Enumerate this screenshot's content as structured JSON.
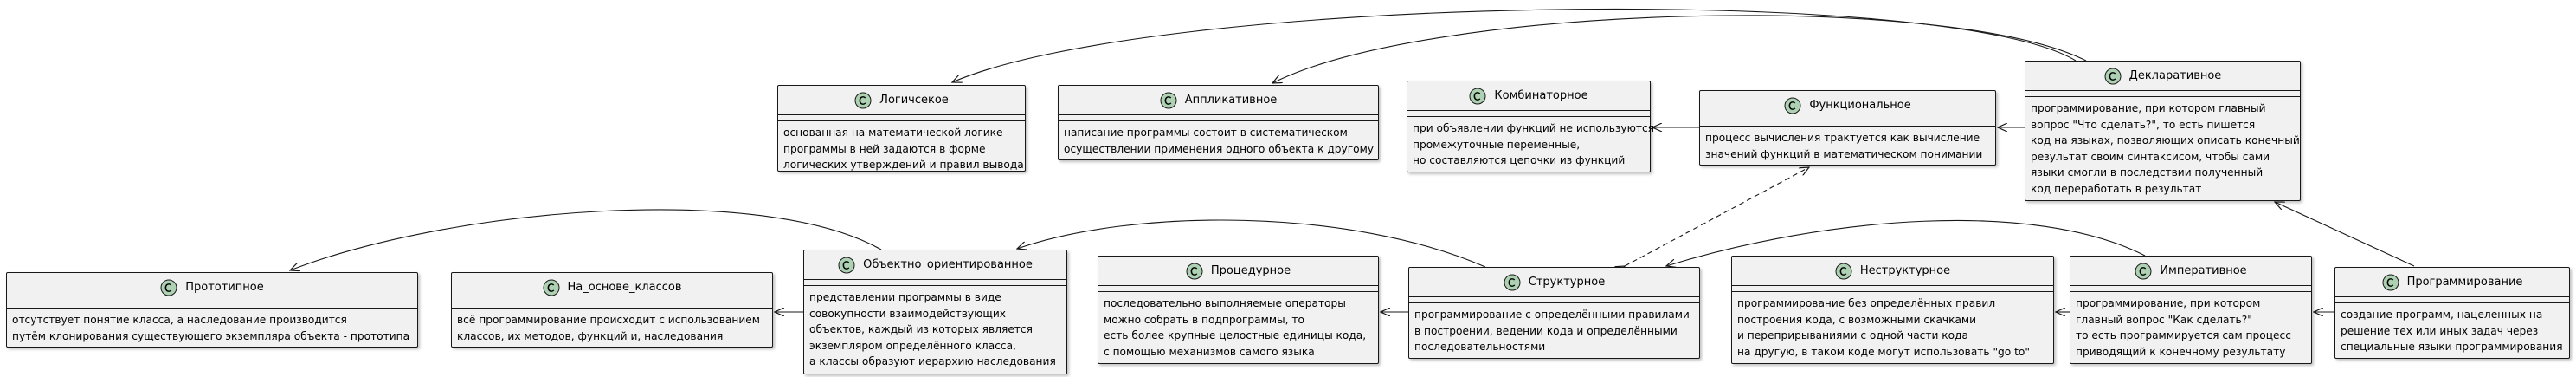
{
  "diagram": {
    "colors": {
      "node_fill": "#F1F1F1",
      "node_border": "#181818",
      "icon_fill": "#ADD1B2",
      "icon_border": "#181818",
      "edge": "#181818"
    },
    "nodes": [
      {
        "id": "logical",
        "icon": "class-c-icon",
        "title": "Логичсекое",
        "lines": [
          "основанная на математической логике -",
          "программы в ней задаются в форме",
          "логических утверждений и правил вывода"
        ]
      },
      {
        "id": "applicative",
        "icon": "class-c-icon",
        "title": "Аппликативное",
        "lines": [
          "написание программы состоит в систематическом",
          "осуществлении применения одного объекта к другому"
        ]
      },
      {
        "id": "combinatory",
        "icon": "class-c-icon",
        "title": "Комбинаторное",
        "lines": [
          "при объявлении функций не используются",
          "промежуточные переменные,",
          "но составляются цепочки из функций"
        ]
      },
      {
        "id": "functional",
        "icon": "class-c-icon",
        "title": "Функциональное",
        "lines": [
          "процесс вычисления трактуется как вычисление",
          "значений функций в математическом понимании"
        ]
      },
      {
        "id": "declarative",
        "icon": "class-c-icon",
        "title": "Декларативное",
        "lines": [
          "программирование, при котором главный",
          "вопрос \"Что сделать?\", то есть пишется",
          "код на языках, позволяющих описать конечный",
          "результат своим синтаксисом, чтобы сами",
          "языки смогли в последствии полученный",
          "код переработать в результат"
        ]
      },
      {
        "id": "prototype",
        "icon": "class-c-icon",
        "title": "Прототипное",
        "lines": [
          "отсутствует понятие класса, а наследование производится",
          "путём клонирования существующего экземпляра объекта - прототипа"
        ]
      },
      {
        "id": "class_based",
        "icon": "class-c-icon",
        "title": "На_основе_классов",
        "lines": [
          "всё программирование происходит с использованием",
          "классов, их методов, функций и, наследования"
        ]
      },
      {
        "id": "oop",
        "icon": "class-c-icon",
        "title": "Объектно_ориентированное",
        "lines": [
          "представлении программы в виде",
          "совокупности взаимодействующих",
          "объектов, каждый из которых является",
          "экземпляром определённого класса,",
          "а классы образуют иерархию наследования"
        ]
      },
      {
        "id": "procedural",
        "icon": "class-c-icon",
        "title": "Процедурное",
        "lines": [
          "последовательно выполняемые операторы",
          "можно собрать в подпрограммы, то",
          "есть более крупные целостные единицы кода,",
          "с помощью механизмов самого языка"
        ]
      },
      {
        "id": "structural",
        "icon": "class-c-icon",
        "title": "Структурное",
        "lines": [
          "программирование с определёнными правилами",
          "в построении, ведении кода и определёнными",
          "последовательностями"
        ]
      },
      {
        "id": "nonstructural",
        "icon": "class-c-icon",
        "title": "Неструктурное",
        "lines": [
          "программирование без определённых правил",
          "построения кода, с возможными скачками",
          "и переприрываниями с одной части кода",
          "на другую, в таком коде могут использовать \"go to\""
        ]
      },
      {
        "id": "imperative",
        "icon": "class-c-icon",
        "title": "Императивное",
        "lines": [
          "программирование, при котором",
          "главный вопрос \"Как сделать?\"",
          "то есть программируется сам процесс",
          "приводящий к конечному результату"
        ]
      },
      {
        "id": "programming",
        "icon": "class-c-icon",
        "title": "Программирование",
        "lines": [
          "создание программ, нацеленных на",
          "решение тех или иных задач через",
          "специальные языки программирования"
        ]
      }
    ],
    "edges": [
      {
        "from": "declarative",
        "to": "logical",
        "style": "solid"
      },
      {
        "from": "declarative",
        "to": "applicative",
        "style": "solid"
      },
      {
        "from": "declarative",
        "to": "functional",
        "style": "solid"
      },
      {
        "from": "functional",
        "to": "combinatory",
        "style": "solid"
      },
      {
        "from": "programming",
        "to": "declarative",
        "style": "solid"
      },
      {
        "from": "programming",
        "to": "imperative",
        "style": "solid"
      },
      {
        "from": "imperative",
        "to": "nonstructural",
        "style": "solid"
      },
      {
        "from": "imperative",
        "to": "structural",
        "style": "solid"
      },
      {
        "from": "structural",
        "to": "procedural",
        "style": "solid"
      },
      {
        "from": "structural",
        "to": "oop",
        "style": "solid"
      },
      {
        "from": "oop",
        "to": "class_based",
        "style": "solid"
      },
      {
        "from": "oop",
        "to": "prototype",
        "style": "solid"
      },
      {
        "from": "structural",
        "to": "functional",
        "style": "dashed-bidirectional"
      }
    ]
  }
}
